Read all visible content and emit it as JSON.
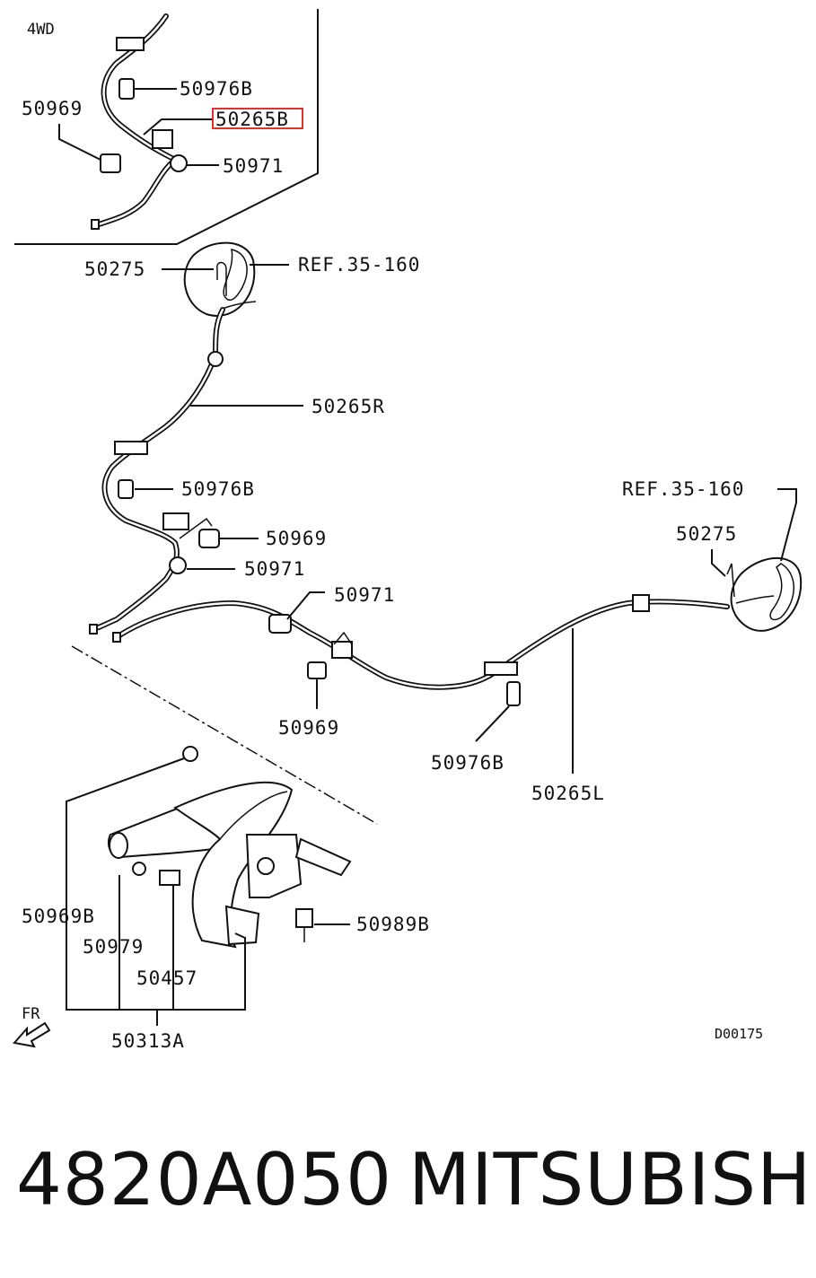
{
  "inset_label": "4WD",
  "labels": {
    "inset_50976B": "50976B",
    "inset_50969": "50969",
    "inset_50265B": "50265B",
    "inset_50971": "50971",
    "upper_50275": "50275",
    "upper_ref": "REF.35-160",
    "cable_50265R": "50265R",
    "mid_50976B": "50976B",
    "mid_50969": "50969",
    "mid_50971_a": "50971",
    "mid_50971_b": "50971",
    "right_ref": "REF.35-160",
    "right_50275": "50275",
    "lower_50969": "50969",
    "lower_50976B": "50976B",
    "cable_50265L": "50265L",
    "lever_50969B": "50969B",
    "lever_50979": "50979",
    "lever_50457": "50457",
    "lever_50989B": "50989B",
    "lever_50313A": "50313A",
    "fr_marker": "FR",
    "diagram_code": "D00175"
  },
  "highlight_color": "#e0312b",
  "footer": {
    "part_number": "4820A050",
    "brand": "MITSUBISHI"
  }
}
